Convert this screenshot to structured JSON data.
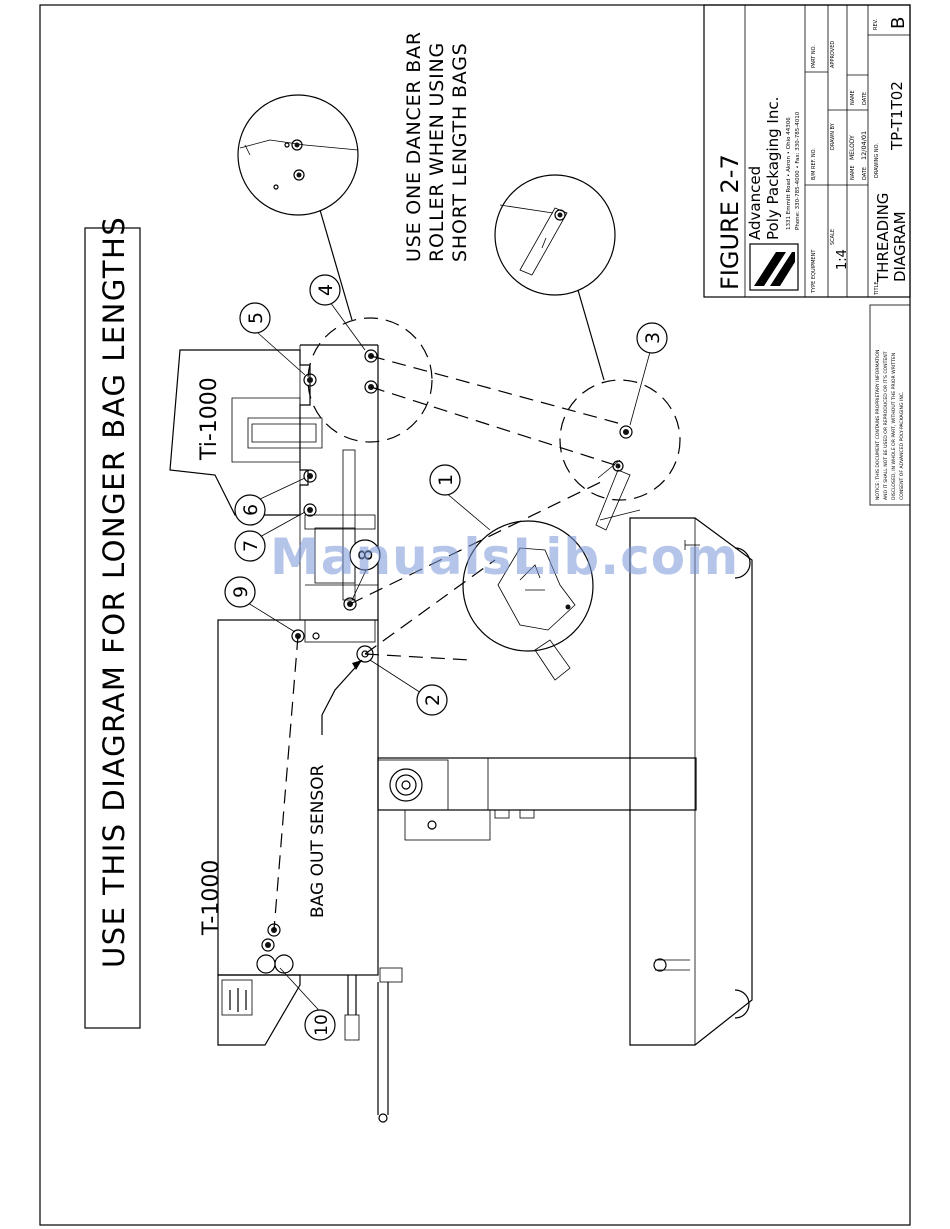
{
  "headline": "USE THIS DIAGRAM FOR LONGER BAG LENGTHS",
  "note_lines": [
    "USE ONE DANCER BAR",
    "ROLLER WHEN USING",
    "SHORT LENGTH BAGS"
  ],
  "machine_labels": {
    "ti1000": "Ti-1000",
    "t1000": "T-1000",
    "bag_out_sensor": "BAG OUT SENSOR"
  },
  "callouts": [
    {
      "number": "1"
    },
    {
      "number": "2"
    },
    {
      "number": "3"
    },
    {
      "number": "4"
    },
    {
      "number": "5"
    },
    {
      "number": "6"
    },
    {
      "number": "7"
    },
    {
      "number": "8"
    },
    {
      "number": "9"
    },
    {
      "number": "10"
    }
  ],
  "title_block": {
    "figure": "FIGURE 2-7",
    "company_line1": "Advanced",
    "company_line2": "Poly Packaging Inc.",
    "address": "1331 Emmitt Road • Akron • Ohio 44306",
    "phone": "Phone: 330-785-4000 • Fax: 330-785-4010",
    "type_equipment_label": "TYPE EQUIPMENT",
    "bm_ref_label": "B/M REF. NO.",
    "part_no_label": "PART NO.",
    "scale_label": "SCALE",
    "scale_value": "1:4",
    "drawn_by_label": "DRAWN BY",
    "approved_label": "APPROVED",
    "name_label": "NAME",
    "name_value": "MELODY",
    "name_label2": "NAME",
    "date_label": "DATE",
    "date_value": "12/04/01",
    "date_label2": "DATE",
    "title_label": "TITLE",
    "title_line1": "THREADING",
    "title_line2": "DIAGRAM",
    "drawing_no_label": "DRAWING NO.",
    "drawing_no": "TP-T1T02",
    "rev_label": "REV.",
    "rev": "B",
    "notice_lines": [
      "NOTICE: THIS DOCUMENT CONTAINS PROPRIETARY INFORMATION",
      "AND IT SHALL NOT BE USED OR REPRODUCED OR IT'S CONTENT",
      "DISCLOSED, IN WHOLE OR PART, WITHOUT THE PRIOR WRITTEN",
      "CONSENT OF ADVANCED POLY-PACKAGING INC."
    ]
  },
  "watermark": "ManualsLib.com"
}
